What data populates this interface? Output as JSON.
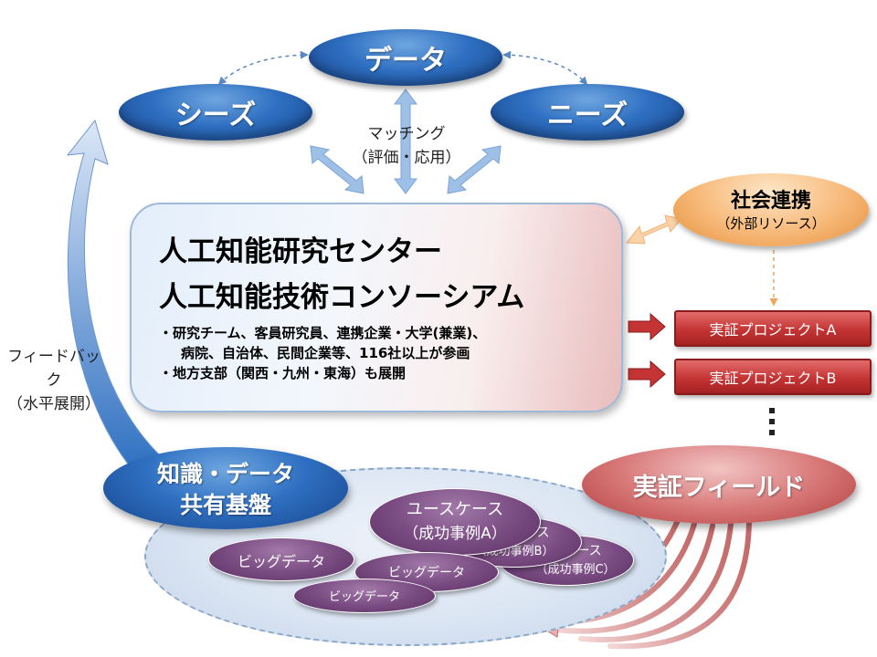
{
  "top_ovals": {
    "data": "データ",
    "seeds": "シーズ",
    "needs": "ニーズ"
  },
  "matching": {
    "line1": "マッチング",
    "line2": "（評価・応用）"
  },
  "center": {
    "title1": "人工知能研究センター",
    "title2": "人工知能技術コンソーシアム",
    "bullet1": "・研究チーム、客員研究員、連携企業・大学(兼業)、",
    "bullet1_cont": "病院、自治体、民間企業等、116社以上が参画",
    "bullet2": "・地方支部（関西・九州・東海）も展開"
  },
  "social": {
    "title": "社会連携",
    "sub": "（外部リソース）"
  },
  "projects": [
    {
      "label": "実証プロジェクトA"
    },
    {
      "label": "実証プロジェクトB"
    }
  ],
  "field": "実証フィールド",
  "knowledge_base": {
    "line1": "知識・データ",
    "line2": "共有基盤"
  },
  "cases": {
    "a_line1": "ユースケース",
    "a_line2": "（成功事例A）",
    "b_line1": "ース",
    "b_line2": "（成功事例B）",
    "c_line1": "ース",
    "c_line2": "（成功事例C）"
  },
  "bigdata": {
    "b1": "ビッグデータ",
    "b2": "ビッグデータ",
    "b3": "ビッグデータ"
  },
  "feedback": {
    "line1": "フィードバック",
    "line2": "（水平展開）"
  },
  "colors": {
    "blue": "#2f70c2",
    "red": "#c43434",
    "orange": "#f7b877",
    "purple": "#7b4d84"
  }
}
